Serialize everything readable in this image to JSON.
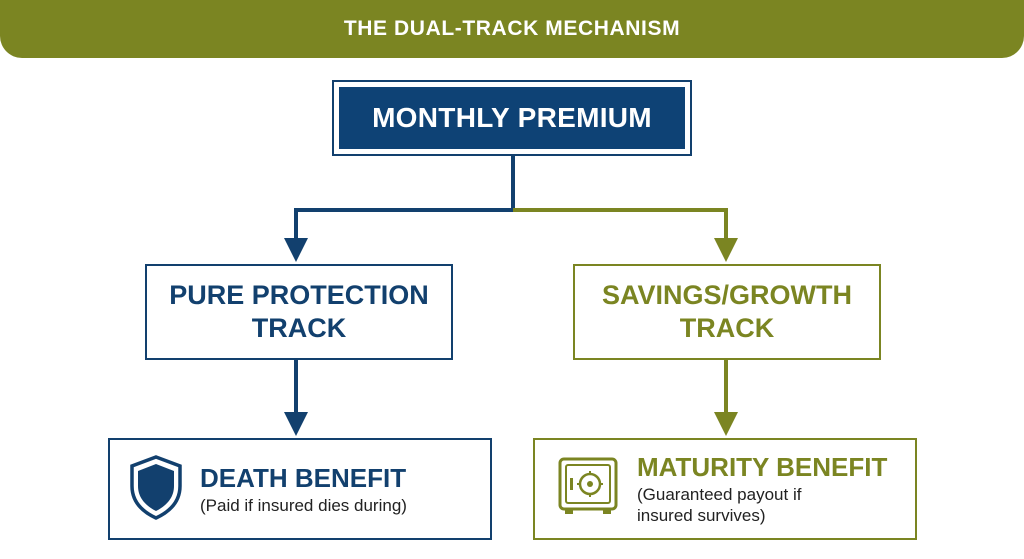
{
  "header": {
    "title": "THE DUAL-TRACK MECHANISM"
  },
  "premium": {
    "label": "MONTHLY PREMIUM"
  },
  "protection_track": {
    "label": "PURE PROTECTION\nTRACK"
  },
  "savings_track": {
    "label": "SAVINGS/GROWTH\nTRACK"
  },
  "death_benefit": {
    "title": "DEATH BENEFIT",
    "note": "(Paid if insured dies during)",
    "icon": "shield-icon"
  },
  "maturity_benefit": {
    "title": "MATURITY BENEFIT",
    "note": "(Guaranteed payout if insured survives)",
    "icon": "safe-icon"
  },
  "colors": {
    "navy": "#12406e",
    "olive": "#7b8522",
    "premium_fill": "#0e4275"
  }
}
